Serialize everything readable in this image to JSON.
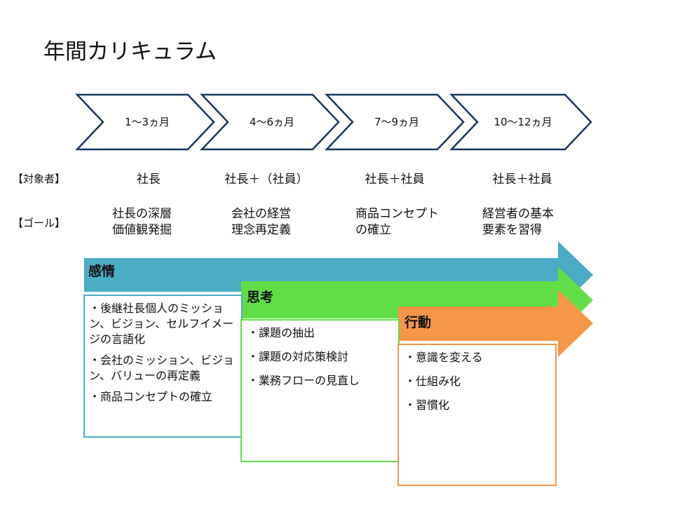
{
  "title": "年間カリキュラム",
  "periods": [
    "1〜3ヵ月",
    "4〜6ヵ月",
    "7〜9ヵ月",
    "10〜12ヵ月"
  ],
  "row_labels": {
    "target": "【対象者】",
    "goal": "【ゴール】"
  },
  "targets": [
    "社長",
    "社長＋（社員）",
    "社長＋社員",
    "社長＋社員"
  ],
  "goals": [
    [
      "社長の深層",
      "価値観発掘"
    ],
    [
      "会社の経営",
      "理念再定義"
    ],
    [
      "商品コンセプト",
      "の確立"
    ],
    [
      "経営者の基本",
      "要素を習得"
    ]
  ],
  "bands": [
    {
      "label": "感情",
      "color": "#4bacc6",
      "items": [
        "・後継社長個人のミッション、ビジョン、セルフイメージの言語化",
        "・会社のミッション、ビジョン、バリューの再定義",
        "・商品コンセプトの確立"
      ]
    },
    {
      "label": "思考",
      "color": "#5fdf45",
      "items": [
        "・課題の抽出",
        "・課題の対応策検討",
        "・業務フローの見直し"
      ]
    },
    {
      "label": "行動",
      "color": "#f79646",
      "items": [
        "・意識を変える",
        "・仕組み化",
        "・習慣化"
      ]
    }
  ]
}
